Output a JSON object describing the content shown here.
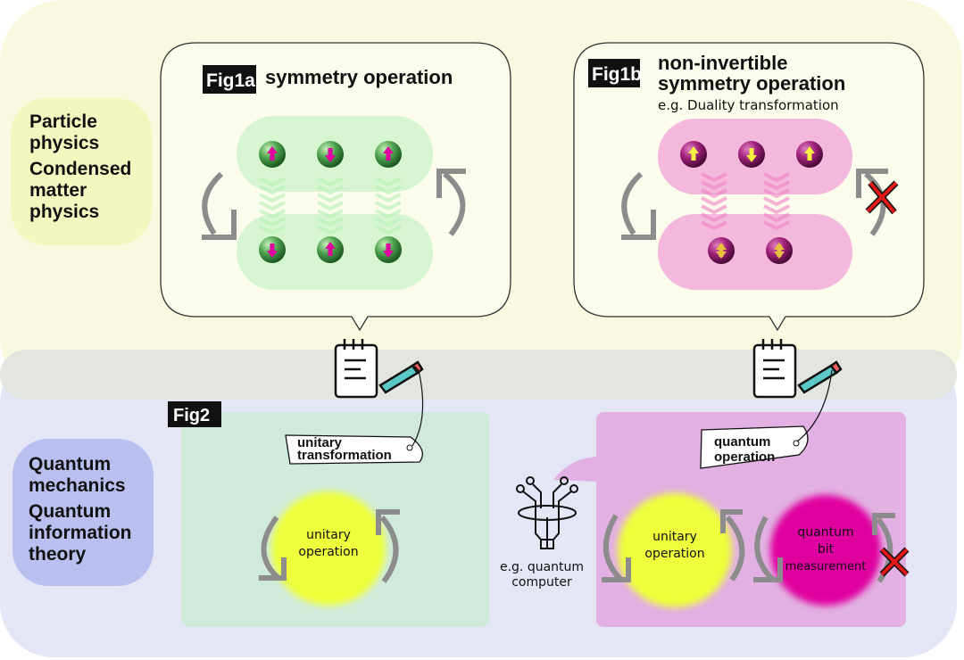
{
  "regions": {
    "top_label": [
      "Particle",
      "physics",
      "Condensed",
      "matter",
      "physics"
    ],
    "bottom_label": [
      "Quantum",
      "mechanics",
      "Quantum",
      "information",
      "theory"
    ]
  },
  "fig1a": {
    "tag": "Fig1a",
    "title": "symmetry operation",
    "top_spins": [
      "up",
      "down",
      "up"
    ],
    "bottom_spins": [
      "down",
      "up",
      "down"
    ]
  },
  "fig1b": {
    "tag": "Fig1b",
    "title_line1": "non-invertible",
    "title_line2": "symmetry operation",
    "subtitle": "e.g. Duality transformation",
    "top_spins": [
      "up",
      "down",
      "up"
    ],
    "bottom_spins": [
      "up-down",
      "up-down"
    ]
  },
  "fig2": {
    "tag": "Fig2",
    "left_note": [
      "unitary",
      "transformation"
    ],
    "left_circle": [
      "unitary",
      "operation"
    ],
    "right_note": [
      "quantum",
      "operation"
    ],
    "right_circle_1": [
      "unitary",
      "operation"
    ],
    "right_circle_2": [
      "quantum",
      "bit",
      "measurement"
    ],
    "computer_caption": [
      "e.g. quantum",
      "computer"
    ]
  },
  "colors": {
    "top_region": "#f8f9df",
    "bottom_region": "#e4e6f6",
    "green_panel": "#cfeadb",
    "pink_panel": "#e2b0e2",
    "yellow_circle": "#eeff3a",
    "magenta_circle": "#e000a0",
    "arrow_gray": "#8c8c8c",
    "cross_red": "#e01818"
  }
}
